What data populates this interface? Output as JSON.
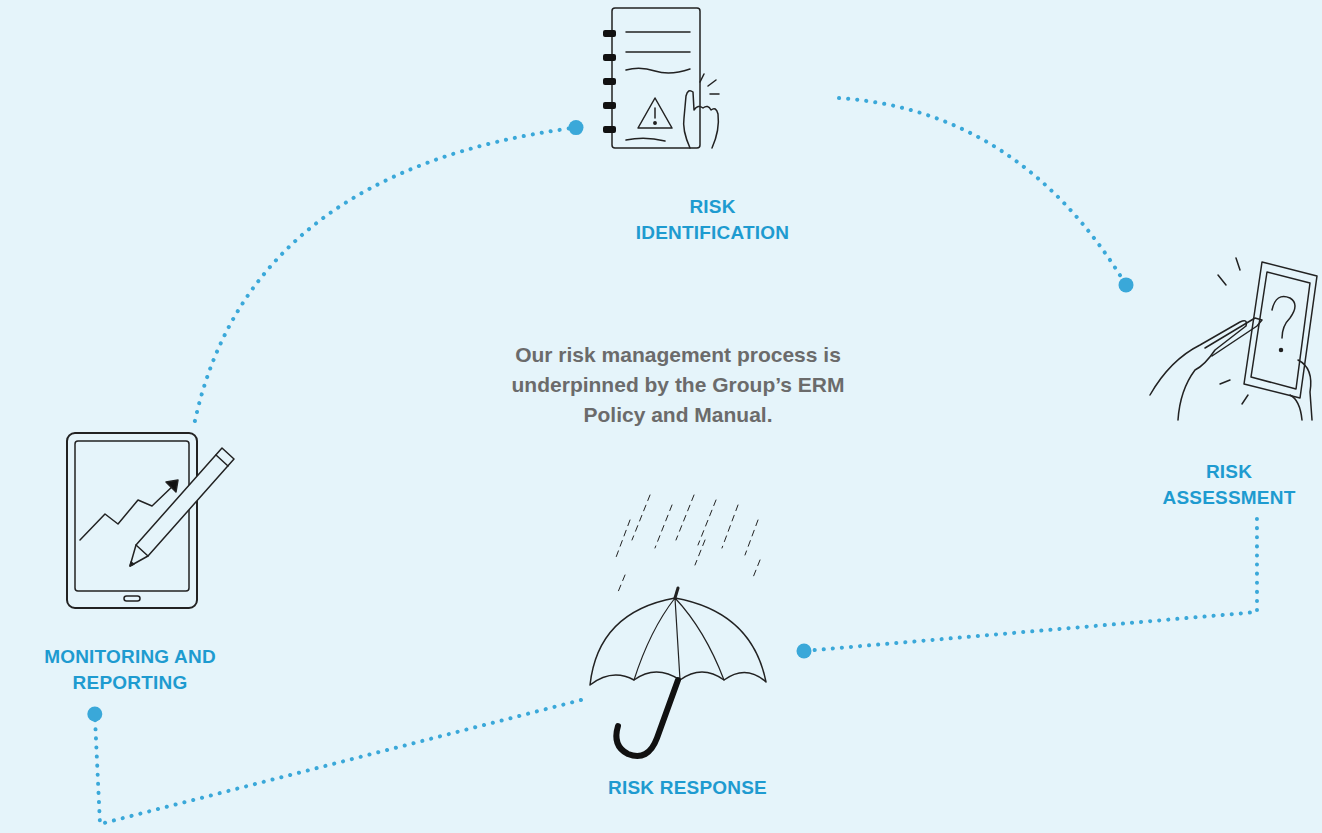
{
  "diagram": {
    "nodes": [
      {
        "text": [
          "RISK IDENTIFICATION"
        ]
      },
      {
        "text": [
          "RISK ASSESSMENT"
        ]
      },
      {
        "text": [
          "RISK RESPONSE"
        ]
      },
      {
        "text": [
          "MONITORING AND REPORTING"
        ]
      }
    ],
    "edges": [
      {
        "from": 0,
        "to": 1,
        "arrow": "to"
      },
      {
        "from": 1,
        "to": 2,
        "arrow": "to"
      },
      {
        "from": 2,
        "to": 3,
        "arrow": "to"
      },
      {
        "from": 3,
        "to": 0,
        "arrow": "to"
      }
    ],
    "labels": [
      "Our risk management process is underpinned by the Group’s ERM Policy and Manual."
    ]
  }
}
